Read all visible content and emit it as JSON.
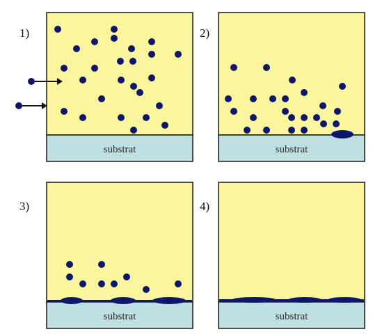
{
  "panels": [
    {
      "number": "1)",
      "substrate_label": "substrat"
    },
    {
      "number": "2)",
      "substrate_label": "substrat"
    },
    {
      "number": "3)",
      "substrate_label": "substrat"
    },
    {
      "number": "4)",
      "substrate_label": "substrat"
    }
  ],
  "colors": {
    "chamber": "#fbf59d",
    "substrate": "#bfe0e2",
    "particle": "#0f176b",
    "frame": "#1a1a1a",
    "arrow": "#111111"
  },
  "icons": {
    "particle": "dark-blue-dot",
    "incoming": "arrow-right",
    "film": "deposited-layer"
  }
}
